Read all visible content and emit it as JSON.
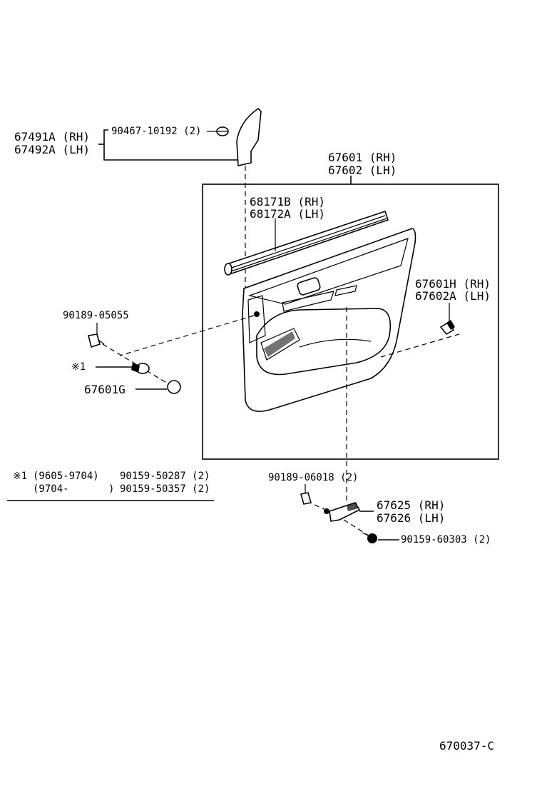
{
  "diagram": {
    "parts": {
      "garnish_rh": "67491A (RH)",
      "garnish_lh": "67492A (LH)",
      "garnish_screw": "90467-10192 (2)",
      "board_rh": "67601 (RH)",
      "board_lh": "67602 (LH)",
      "weatherstrip_rh": "68171B (RH)",
      "weatherstrip_lh": "68172A (LH)",
      "board_sub_rh": "67601H (RH)",
      "board_sub_lh": "67602A (LH)",
      "clip_upper": "90189-05055",
      "ref_mark": "※1",
      "knob": "67601G",
      "clip_lower": "90189-06018 (2)",
      "handle_rh": "67625 (RH)",
      "handle_lh": "67626 (LH)",
      "screw_lower": "90159-60303 (2)"
    },
    "footnote": {
      "mark": "※1",
      "row1_range": "(9605-9704)",
      "row1_part": "90159-50287 (2)",
      "row2_range": "(9704-",
      "row2_close": ")",
      "row2_part": "90159-50357 (2)"
    },
    "diagram_code": "670037-C"
  }
}
